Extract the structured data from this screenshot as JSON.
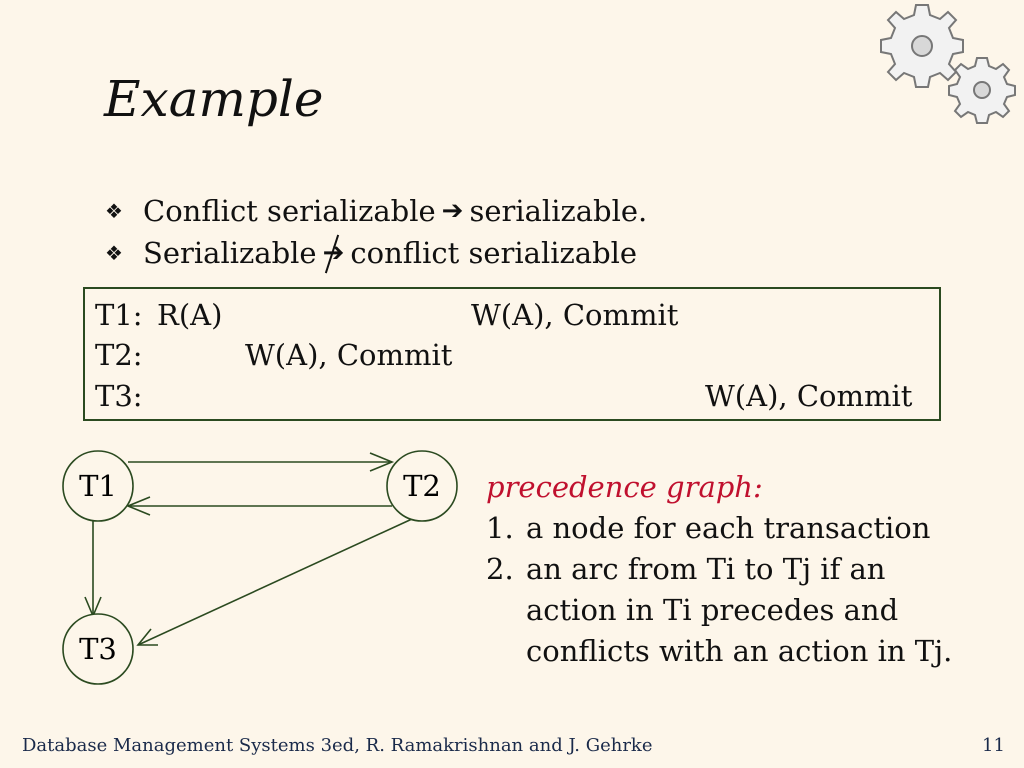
{
  "slide": {
    "title": "Example",
    "bullets": [
      {
        "before": "Conflict serializable",
        "arrow": "➔",
        "after": "serializable."
      },
      {
        "before": "Serializable",
        "arrow": "➔",
        "after": "conflict serializable"
      }
    ],
    "bullet_marker": "❖"
  },
  "schedule": {
    "t1": {
      "name": "T1:",
      "read": "R(A)",
      "write": "W(A), Commit"
    },
    "t2": {
      "name": "T2:",
      "write": "W(A), Commit"
    },
    "t3": {
      "name": "T3:",
      "write": "W(A), Commit"
    }
  },
  "graph": {
    "nodes": [
      "T1",
      "T2",
      "T3"
    ]
  },
  "legend": {
    "heading": "precedence graph:",
    "items": [
      {
        "num": "1.",
        "text": "a node for each transaction"
      },
      {
        "num": "2.",
        "text": "an arc from Ti to Tj if an action in Ti precedes and conflicts with an action in Tj."
      }
    ]
  },
  "footer": {
    "citation": "Database Management Systems 3ed,  R. Ramakrishnan and J. Gehrke",
    "page": "11"
  },
  "colors": {
    "background": "#fdf6ea",
    "accent": "#c0102e",
    "graph_stroke": "#2b4a20"
  }
}
